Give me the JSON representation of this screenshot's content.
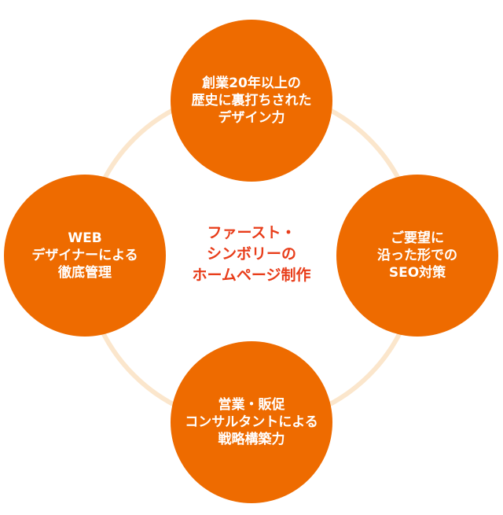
{
  "colors": {
    "circle_fill": "#ee6b00",
    "ring_stroke": "#fbe6cc",
    "node_text": "#ffffff",
    "center_text": "#e83d1a"
  },
  "center": {
    "lines": [
      "ファースト・",
      "シンボリーの",
      "ホームページ制作"
    ]
  },
  "nodes": {
    "top": {
      "lines": [
        "創業20年以上の",
        "歴史に裏打ちされた",
        "デザイン力"
      ]
    },
    "left": {
      "lines": [
        "WEB",
        "デザイナーによる",
        "徹底管理"
      ]
    },
    "right": {
      "lines": [
        "ご要望に",
        "沿った形での",
        "SEO対策"
      ]
    },
    "bottom": {
      "lines": [
        "営業・販促",
        "コンサルタントによる",
        "戦略構築力"
      ]
    }
  }
}
